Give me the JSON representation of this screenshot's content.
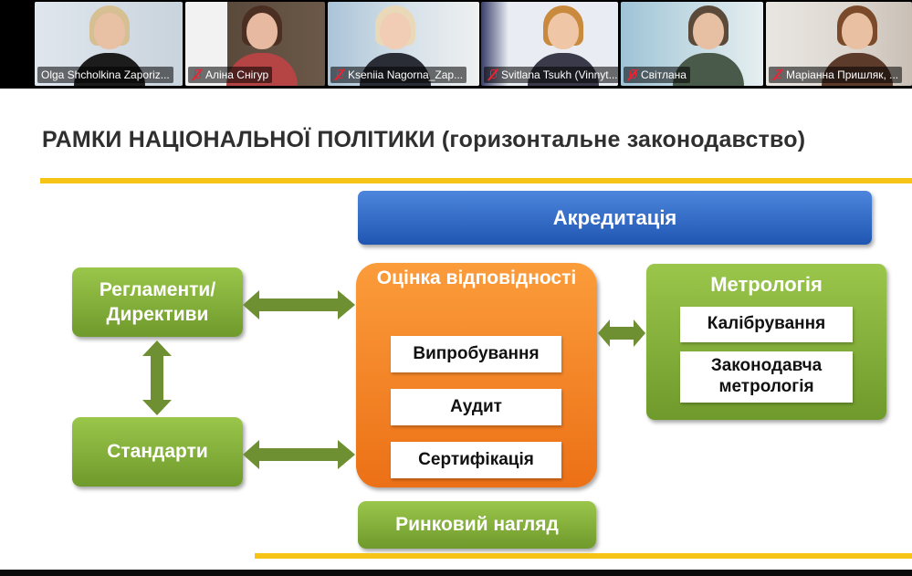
{
  "participants": [
    {
      "name": "Olga Shcholkina Zaporiz...",
      "muted": false,
      "active": true
    },
    {
      "name": "Аліна Снігур",
      "muted": true,
      "active": false
    },
    {
      "name": "Kseniia Nagorna_Zap...",
      "muted": true,
      "active": false
    },
    {
      "name": "Svitlana Tsukh (Vinnyt...",
      "muted": true,
      "active": false
    },
    {
      "name": "Світлана",
      "muted": true,
      "active": false
    },
    {
      "name": "Маріанна Пришляк, ...",
      "muted": true,
      "active": false
    }
  ],
  "slide": {
    "title": "РАМКИ НАЦІОНАЛЬНОЇ ПОЛІТИКИ (горизонтальне законодавство)",
    "accreditation": "Акредитація",
    "regulations": "Регламенти/ Директиви",
    "standards": "Стандарти",
    "conformity": "Оцінка відповідності",
    "conformity_items": [
      "Випробування",
      "Аудит",
      "Сертифікація"
    ],
    "metrology": "Метрологія",
    "metrology_items": [
      "Калібрування",
      "Законодавча метрологія"
    ],
    "market": "Ринковий нагляд"
  },
  "colors": {
    "accent_yellow": "#f6c417",
    "green": "#7da83a",
    "blue": "#2c63c4",
    "orange": "#f07d1c",
    "arrow_green": "#6f8f33",
    "active_speaker": "#3fbf5f"
  }
}
